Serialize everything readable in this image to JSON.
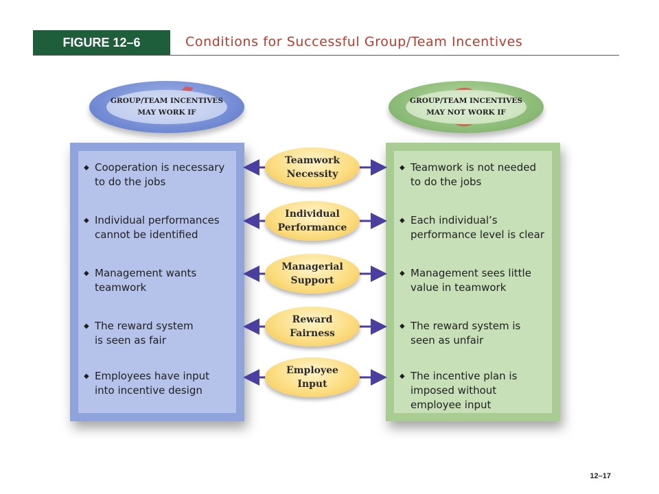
{
  "header": {
    "figure_label": "FIGURE 12–6",
    "title": "Conditions for Successful Group/Team Incentives"
  },
  "left_header": {
    "line1": "GROUP/TEAM INCENTIVES",
    "line2": "MAY WORK IF",
    "icon": "checkmark-icon"
  },
  "right_header": {
    "line1": "GROUP/TEAM INCENTIVES",
    "line2": "MAY NOT WORK IF",
    "icon": "prohibited-icon"
  },
  "conditions": [
    {
      "label": "Teamwork\nNecessity",
      "works_if": "Cooperation is necessary\nto do the jobs",
      "fails_if": "Teamwork is not needed\nto do the jobs"
    },
    {
      "label": "Individual\nPerformance",
      "works_if": "Individual performances\ncannot be identified",
      "fails_if": "Each individual’s\nperformance level is clear"
    },
    {
      "label": "Managerial\nSupport",
      "works_if": "Management wants\nteamwork",
      "fails_if": "Management sees little\nvalue in teamwork"
    },
    {
      "label": "Reward\nFairness",
      "works_if": "The reward system\nis seen as fair",
      "fails_if": "The reward system is\nseen as unfair"
    },
    {
      "label": "Employee\nInput",
      "works_if": "Employees have input\ninto incentive design",
      "fails_if": "The incentive plan is\nimposed without\nemployee input"
    }
  ],
  "bullet_symbol": "◆",
  "page_number": "12–17",
  "colors": {
    "figure_label_bg": "#1e5e3a",
    "title_text": "#c0392b",
    "left_panel": "#b5c3ea",
    "right_panel": "#c7e0b7",
    "middle_oval": "#fbdc7e",
    "arrow": "#4a3f9e"
  }
}
